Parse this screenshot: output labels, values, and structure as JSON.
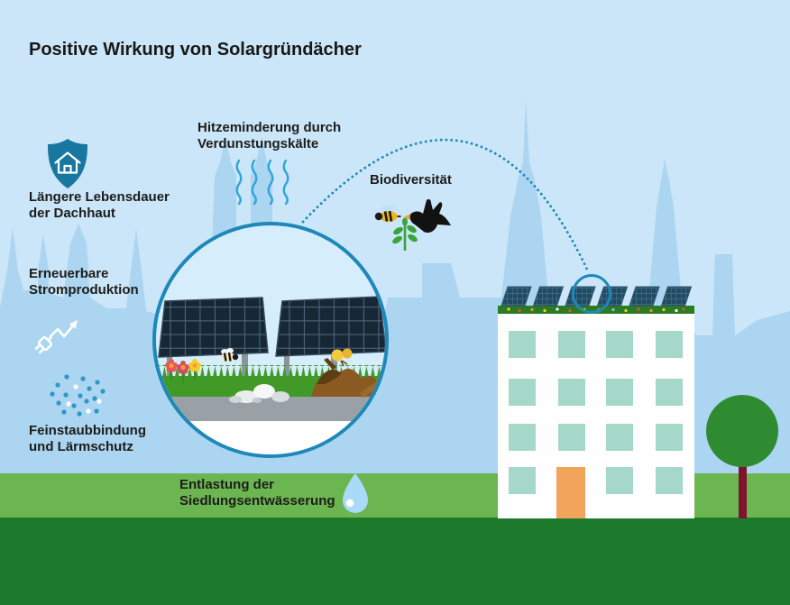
{
  "title": "Positive Wirkung von Solargründächer",
  "labels": {
    "heat": {
      "lines": [
        "Hitzeminderung durch",
        "Verdunstungskälte"
      ]
    },
    "roof_life": {
      "lines": [
        "Längere Lebensdauer",
        "der Dachhaut"
      ]
    },
    "biodiversity": {
      "lines": [
        "Biodiversität"
      ]
    },
    "renewable": {
      "lines": [
        "Erneuerbare",
        "Stromproduktion"
      ]
    },
    "dust": {
      "lines": [
        "Feinstaubbindung",
        "und Lärmschutz"
      ]
    },
    "drainage": {
      "lines": [
        "Entlastung der",
        "Siedlungsentwässerung"
      ]
    }
  },
  "icons": {
    "shield_house": "shield-house-icon",
    "plug_growth": "plug-growth-arrow-icon",
    "dust_particles": "dust-particles-icon",
    "heat_waves": "heat-waves-icon",
    "water_drop": "water-drop-icon",
    "bee": "bee-icon",
    "bird": "blackbird-icon",
    "plant": "plant-sprout-icon",
    "magnifier": "zoom-circle",
    "arc": "dotted-connector-arc"
  },
  "colors": {
    "sky": "#cbe6f8",
    "skyline": "#abd5f0",
    "accent_teal": "#1e88b8",
    "wave_blue": "#2fa5da",
    "green_light": "#6cb652",
    "green_dark": "#1d7a2d",
    "roof_green": "#2c7b22",
    "panel_navy": "#162736",
    "window_mint": "#a6d8c9",
    "door_orange": "#f2a35c",
    "tree_green": "#2e8b31",
    "trunk_maroon": "#7d132e",
    "shield_teal": "#17779f",
    "drop_blue": "#a9dbf8"
  }
}
